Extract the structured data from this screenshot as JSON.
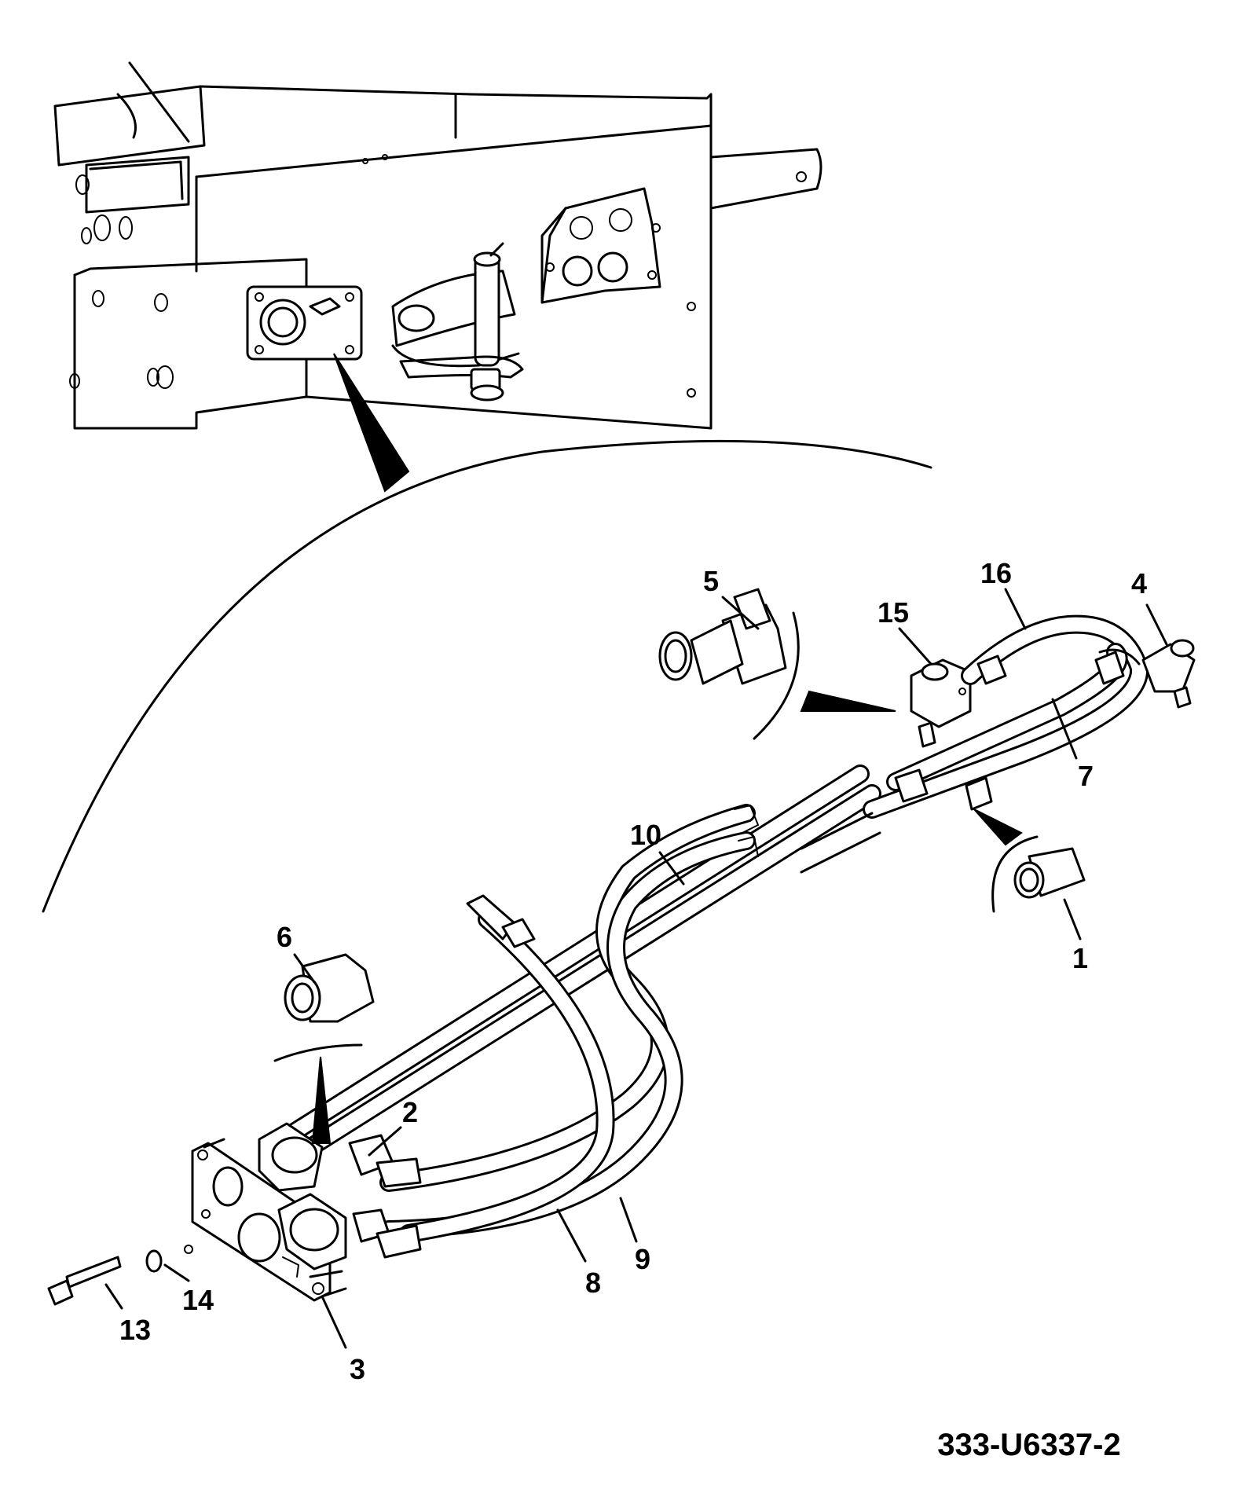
{
  "callouts": {
    "c1": "1",
    "c2": "2",
    "c3": "3",
    "c4": "4",
    "c5": "5",
    "c6": "6",
    "c7": "7",
    "c8": "8",
    "c9": "9",
    "c10": "10",
    "c13": "13",
    "c14": "14",
    "c15": "15",
    "c16": "16"
  },
  "reference_code": "333-U6337-2"
}
